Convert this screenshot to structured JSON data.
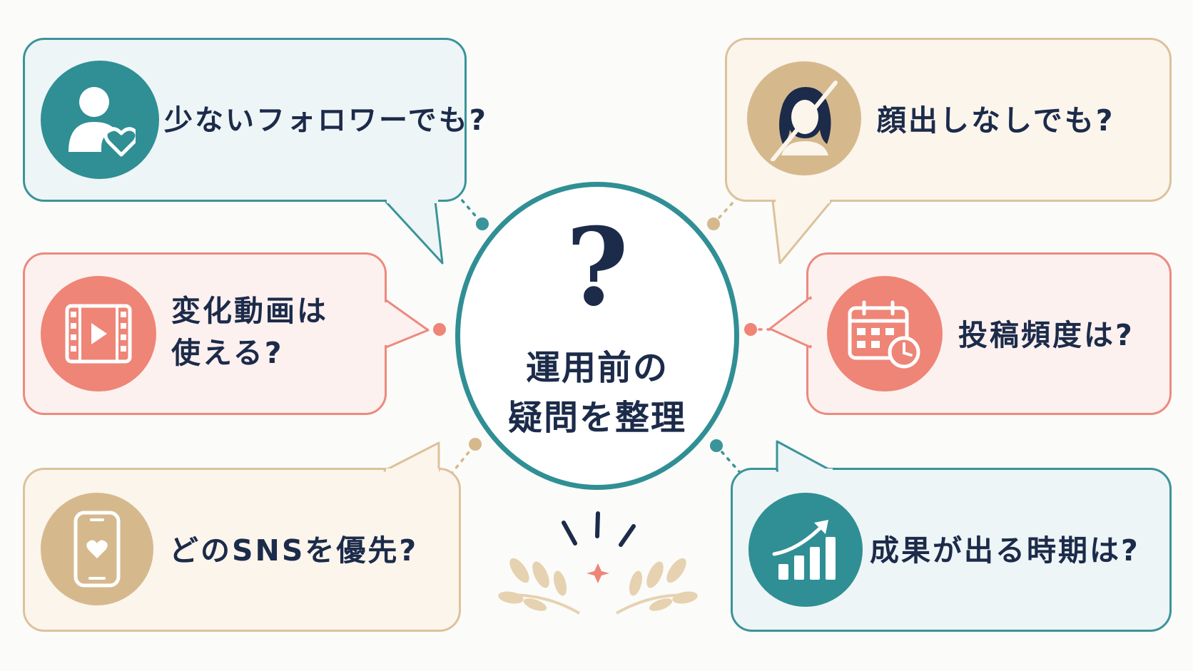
{
  "center": {
    "symbol": "?",
    "title_line1": "運用前の",
    "title_line2": "疑問を整理"
  },
  "questions": {
    "followers": "少ないフォロワーでも?",
    "no_face": "顔出しなしでも?",
    "video_line1": "変化動画は",
    "video_line2": "使える?",
    "frequency": "投稿頻度は?",
    "sns": "どのSNSを優先?",
    "results": "成果が出る時期は?"
  },
  "colors": {
    "teal": "#3a9499",
    "beige": "#d5b98d",
    "coral": "#ee8577",
    "navy": "#1c2b4a"
  }
}
